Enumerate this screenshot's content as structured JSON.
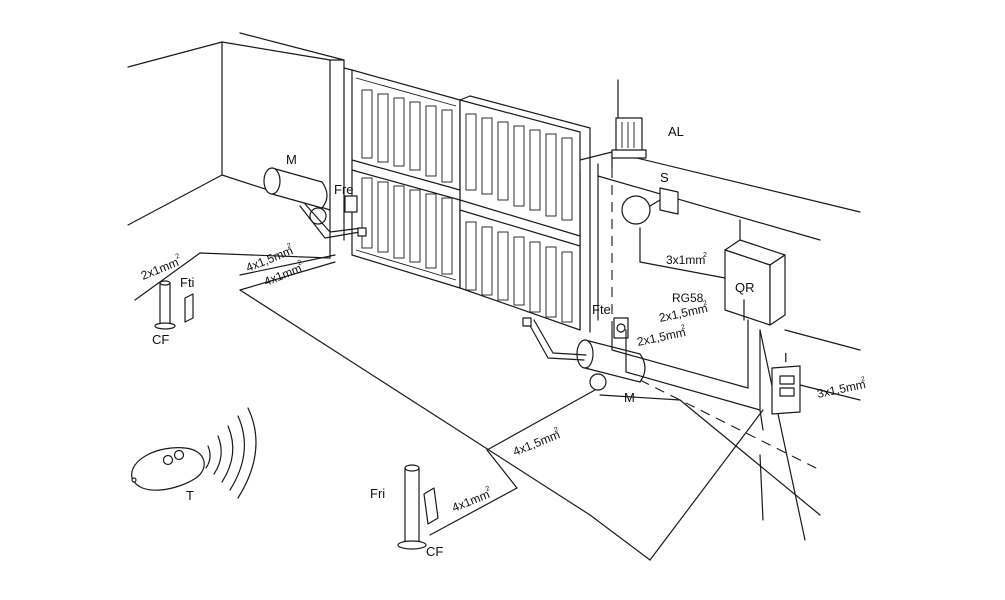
{
  "labels": {
    "motor_left": "M",
    "motor_right": "M",
    "photocell_tx_ext": "Fre",
    "photocell_tx_int": "Fte",
    "photocell_rx_left": "Fti",
    "photocell_rx_right": "Fri",
    "column_left": "CF",
    "column_right": "CF",
    "flashing_light": "AL",
    "key_selector": "S",
    "control_panel": "QR",
    "switch": "I",
    "transmitter": "T"
  },
  "cables": {
    "c_left_2x1": "2x1mm",
    "c_left_4x15": "4x1,5mm",
    "c_left_4x1": "4x1mm",
    "c_selector": "3x1mm",
    "c_rg58": "RG58",
    "c_2x15_a": "2x1,5mm",
    "c_2x15_b": "2x1,5mm",
    "c_switch": "3x1,5mm",
    "c_right_4x15": "4x1,5mm",
    "c_right_4x1": "4x1mm",
    "sup2": "2"
  }
}
